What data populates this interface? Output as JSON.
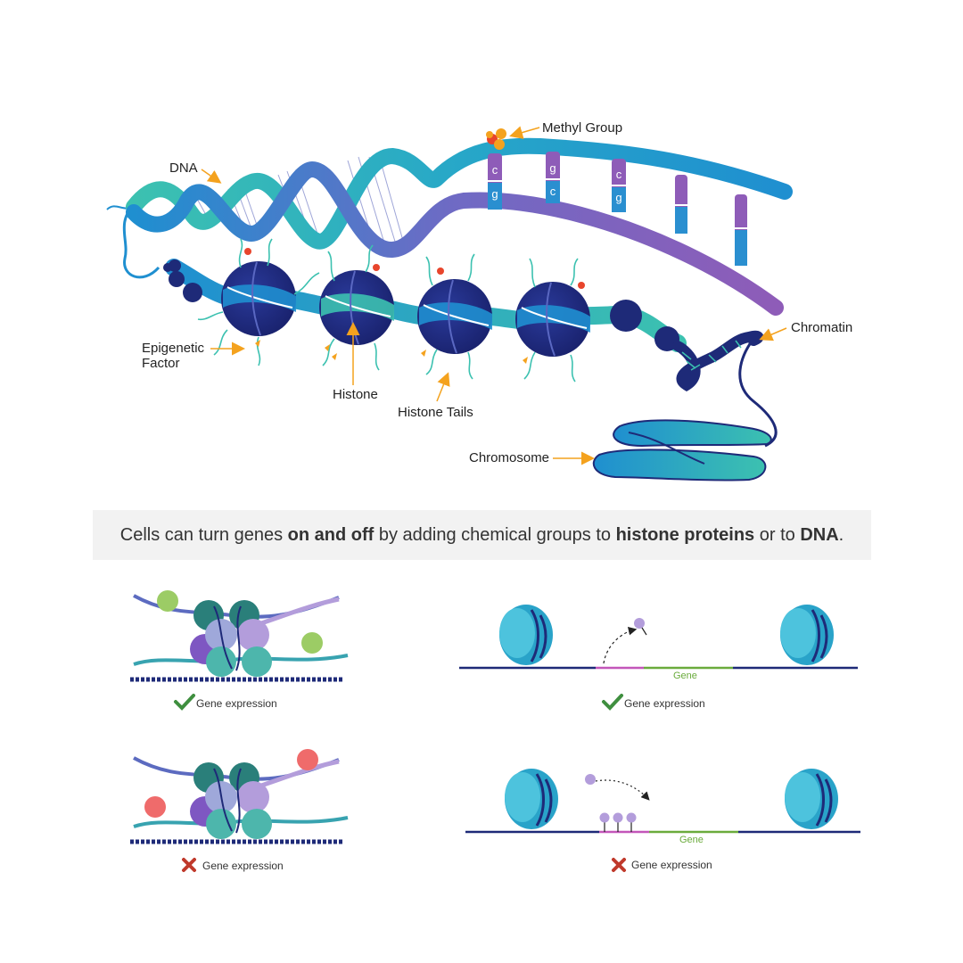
{
  "labels": {
    "methyl_group": "Methyl Group",
    "dna": "DNA",
    "epigenetic_factor_line1": "Epigenetic",
    "epigenetic_factor_line2": "Factor",
    "histone": "Histone",
    "histone_tails": "Histone Tails",
    "chromatin": "Chromatin",
    "chromosome": "Chromosome"
  },
  "base_pairs": [
    {
      "top": "c",
      "bottom": "g"
    },
    {
      "top": "g",
      "bottom": "c"
    },
    {
      "top": "c",
      "bottom": "g"
    }
  ],
  "caption": {
    "part1": "Cells can turn genes ",
    "bold1": "on and off",
    "part2": " by adding chemical groups to ",
    "bold2": "histone proteins",
    "part3": " or to ",
    "bold3": "DNA",
    "part4": "."
  },
  "panels": {
    "histone_on": {
      "status": "Gene expression",
      "symbol": "✔"
    },
    "dna_on": {
      "gene": "Gene",
      "status": "Gene expression",
      "symbol": "✔"
    },
    "histone_off": {
      "status": "Gene expression",
      "symbol": "✖"
    },
    "dna_off": {
      "gene": "Gene",
      "status": "Gene expression",
      "symbol": "✖"
    }
  },
  "colors": {
    "navy": "#1e2a78",
    "blue": "#1f8fd0",
    "teal": "#3cc1b0",
    "purple": "#8e5cb8",
    "orange": "#f4a21e",
    "check_green": "#3f8f3f",
    "cross_red": "#c0392b",
    "gene_green": "#6aab3c",
    "promoter_pink": "#c356b9"
  }
}
